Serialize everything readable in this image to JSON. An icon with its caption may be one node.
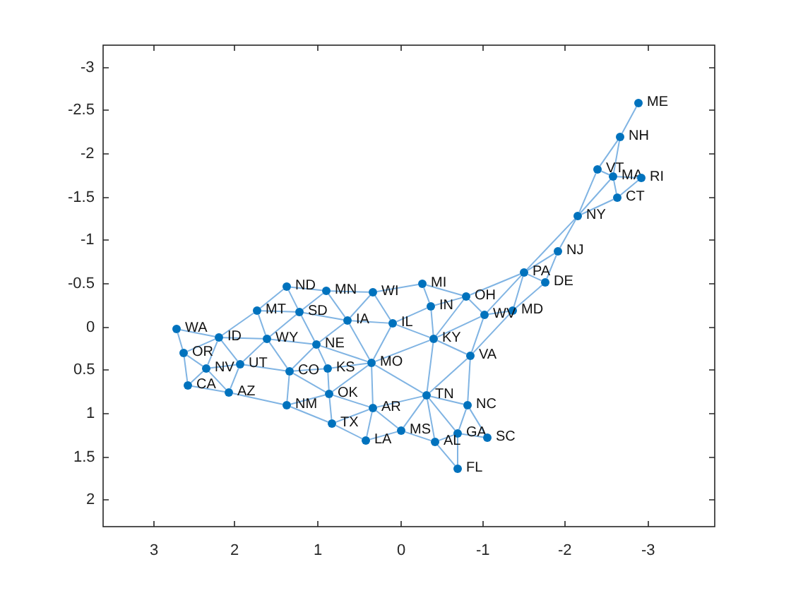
{
  "diagram": {
    "nodes": [
      {
        "text": [],
        "shape": "circle",
        "beside": [
          "ME"
        ]
      },
      {
        "text": [],
        "shape": "circle",
        "beside": [
          "NH"
        ]
      },
      {
        "text": [],
        "shape": "circle",
        "beside": [
          "VT"
        ]
      },
      {
        "text": [],
        "shape": "circle",
        "beside": [
          "MA"
        ]
      },
      {
        "text": [],
        "shape": "circle",
        "beside": [
          "RI"
        ]
      },
      {
        "text": [],
        "shape": "circle",
        "beside": [
          "CT"
        ]
      },
      {
        "text": [],
        "shape": "circle",
        "beside": [
          "NY"
        ]
      },
      {
        "text": [],
        "shape": "circle",
        "beside": [
          "NJ"
        ]
      },
      {
        "text": [],
        "shape": "circle",
        "beside": [
          "PA"
        ]
      },
      {
        "text": [],
        "shape": "circle",
        "beside": [
          "DE"
        ]
      },
      {
        "text": [],
        "shape": "circle",
        "beside": [
          "MI"
        ]
      },
      {
        "text": [],
        "shape": "circle",
        "beside": [
          "ND"
        ]
      },
      {
        "text": [],
        "shape": "circle",
        "beside": [
          "WI"
        ]
      },
      {
        "text": [],
        "shape": "circle",
        "beside": [
          "MN"
        ]
      },
      {
        "text": [],
        "shape": "circle",
        "beside": [
          "OH"
        ]
      },
      {
        "text": [],
        "shape": "circle",
        "beside": [
          "MT"
        ]
      },
      {
        "text": [],
        "shape": "circle",
        "beside": [
          "SD"
        ]
      },
      {
        "text": [],
        "shape": "circle",
        "beside": [
          "IN"
        ]
      },
      {
        "text": [],
        "shape": "circle",
        "beside": [
          "MD"
        ]
      },
      {
        "text": [],
        "shape": "circle",
        "beside": [
          "WV"
        ]
      },
      {
        "text": [],
        "shape": "circle",
        "beside": [
          "IA"
        ]
      },
      {
        "text": [],
        "shape": "circle",
        "beside": [
          "IL"
        ]
      },
      {
        "text": [],
        "shape": "circle",
        "beside": [
          "WA"
        ]
      },
      {
        "text": [],
        "shape": "circle",
        "beside": [
          "ID"
        ]
      },
      {
        "text": [],
        "shape": "circle",
        "beside": [
          "WY"
        ]
      },
      {
        "text": [],
        "shape": "circle",
        "beside": [
          "KY"
        ]
      },
      {
        "text": [],
        "shape": "circle",
        "beside": [
          "NE"
        ]
      },
      {
        "text": [],
        "shape": "circle",
        "beside": [
          "OR"
        ]
      },
      {
        "text": [],
        "shape": "circle",
        "beside": [
          "VA"
        ]
      },
      {
        "text": [],
        "shape": "circle",
        "beside": [
          "UT"
        ]
      },
      {
        "text": [],
        "shape": "circle",
        "beside": [
          "MO"
        ]
      },
      {
        "text": [],
        "shape": "circle",
        "beside": [
          "KS"
        ]
      },
      {
        "text": [],
        "shape": "circle",
        "beside": [
          "NV"
        ]
      },
      {
        "text": [],
        "shape": "circle",
        "beside": [
          "CO"
        ]
      },
      {
        "text": [],
        "shape": "circle",
        "beside": [
          "CA"
        ]
      },
      {
        "text": [],
        "shape": "circle",
        "beside": [
          "AZ"
        ]
      },
      {
        "text": [],
        "shape": "circle",
        "beside": [
          "OK"
        ]
      },
      {
        "text": [],
        "shape": "circle",
        "beside": [
          "TN"
        ]
      },
      {
        "text": [],
        "shape": "circle",
        "beside": [
          "NC"
        ]
      },
      {
        "text": [],
        "shape": "circle",
        "beside": [
          "NM"
        ]
      },
      {
        "text": [],
        "shape": "circle",
        "beside": [
          "AR"
        ]
      },
      {
        "text": [],
        "shape": "circle",
        "beside": [
          "TX"
        ]
      },
      {
        "text": [],
        "shape": "circle",
        "beside": [
          "MS"
        ]
      },
      {
        "text": [],
        "shape": "circle",
        "beside": [
          "GA"
        ]
      },
      {
        "text": [],
        "shape": "circle",
        "beside": [
          "SC"
        ]
      },
      {
        "text": [],
        "shape": "circle",
        "beside": [
          "LA"
        ]
      },
      {
        "text": [],
        "shape": "circle",
        "beside": [
          "AL"
        ]
      },
      {
        "text": [],
        "shape": "circle",
        "beside": [
          "FL"
        ]
      }
    ],
    "edges": [
      {
        "from": 22,
        "to": 27,
        "arrow": "none"
      },
      {
        "from": 22,
        "to": 23,
        "arrow": "none"
      },
      {
        "from": 27,
        "to": 23,
        "arrow": "none"
      },
      {
        "from": 27,
        "to": 32,
        "arrow": "none"
      },
      {
        "from": 27,
        "to": 34,
        "arrow": "none"
      },
      {
        "from": 34,
        "to": 32,
        "arrow": "none"
      },
      {
        "from": 34,
        "to": 35,
        "arrow": "none"
      },
      {
        "from": 32,
        "to": 23,
        "arrow": "none"
      },
      {
        "from": 32,
        "to": 29,
        "arrow": "none"
      },
      {
        "from": 32,
        "to": 35,
        "arrow": "none"
      },
      {
        "from": 23,
        "to": 15,
        "arrow": "none"
      },
      {
        "from": 23,
        "to": 24,
        "arrow": "none"
      },
      {
        "from": 23,
        "to": 29,
        "arrow": "none"
      },
      {
        "from": 15,
        "to": 11,
        "arrow": "none"
      },
      {
        "from": 15,
        "to": 16,
        "arrow": "none"
      },
      {
        "from": 15,
        "to": 24,
        "arrow": "none"
      },
      {
        "from": 24,
        "to": 16,
        "arrow": "none"
      },
      {
        "from": 24,
        "to": 26,
        "arrow": "none"
      },
      {
        "from": 24,
        "to": 33,
        "arrow": "none"
      },
      {
        "from": 24,
        "to": 29,
        "arrow": "none"
      },
      {
        "from": 29,
        "to": 33,
        "arrow": "none"
      },
      {
        "from": 29,
        "to": 35,
        "arrow": "none"
      },
      {
        "from": 35,
        "to": 39,
        "arrow": "none"
      },
      {
        "from": 33,
        "to": 26,
        "arrow": "none"
      },
      {
        "from": 33,
        "to": 31,
        "arrow": "none"
      },
      {
        "from": 33,
        "to": 36,
        "arrow": "none"
      },
      {
        "from": 33,
        "to": 39,
        "arrow": "none"
      },
      {
        "from": 39,
        "to": 36,
        "arrow": "none"
      },
      {
        "from": 39,
        "to": 41,
        "arrow": "none"
      },
      {
        "from": 11,
        "to": 13,
        "arrow": "none"
      },
      {
        "from": 11,
        "to": 16,
        "arrow": "none"
      },
      {
        "from": 16,
        "to": 13,
        "arrow": "none"
      },
      {
        "from": 16,
        "to": 20,
        "arrow": "none"
      },
      {
        "from": 16,
        "to": 26,
        "arrow": "none"
      },
      {
        "from": 26,
        "to": 20,
        "arrow": "none"
      },
      {
        "from": 26,
        "to": 30,
        "arrow": "none"
      },
      {
        "from": 26,
        "to": 31,
        "arrow": "none"
      },
      {
        "from": 31,
        "to": 30,
        "arrow": "none"
      },
      {
        "from": 31,
        "to": 36,
        "arrow": "none"
      },
      {
        "from": 36,
        "to": 30,
        "arrow": "none"
      },
      {
        "from": 36,
        "to": 40,
        "arrow": "none"
      },
      {
        "from": 36,
        "to": 41,
        "arrow": "none"
      },
      {
        "from": 41,
        "to": 40,
        "arrow": "none"
      },
      {
        "from": 41,
        "to": 45,
        "arrow": "none"
      },
      {
        "from": 13,
        "to": 12,
        "arrow": "none"
      },
      {
        "from": 13,
        "to": 20,
        "arrow": "none"
      },
      {
        "from": 20,
        "to": 12,
        "arrow": "none"
      },
      {
        "from": 20,
        "to": 21,
        "arrow": "none"
      },
      {
        "from": 20,
        "to": 30,
        "arrow": "none"
      },
      {
        "from": 30,
        "to": 21,
        "arrow": "none"
      },
      {
        "from": 30,
        "to": 25,
        "arrow": "none"
      },
      {
        "from": 30,
        "to": 37,
        "arrow": "none"
      },
      {
        "from": 30,
        "to": 40,
        "arrow": "none"
      },
      {
        "from": 40,
        "to": 37,
        "arrow": "none"
      },
      {
        "from": 40,
        "to": 42,
        "arrow": "none"
      },
      {
        "from": 40,
        "to": 45,
        "arrow": "none"
      },
      {
        "from": 45,
        "to": 42,
        "arrow": "none"
      },
      {
        "from": 12,
        "to": 21,
        "arrow": "none"
      },
      {
        "from": 12,
        "to": 10,
        "arrow": "none"
      },
      {
        "from": 21,
        "to": 17,
        "arrow": "none"
      },
      {
        "from": 21,
        "to": 25,
        "arrow": "none"
      },
      {
        "from": 10,
        "to": 17,
        "arrow": "none"
      },
      {
        "from": 10,
        "to": 14,
        "arrow": "none"
      },
      {
        "from": 17,
        "to": 14,
        "arrow": "none"
      },
      {
        "from": 17,
        "to": 25,
        "arrow": "none"
      },
      {
        "from": 14,
        "to": 8,
        "arrow": "none"
      },
      {
        "from": 14,
        "to": 19,
        "arrow": "none"
      },
      {
        "from": 14,
        "to": 25,
        "arrow": "none"
      },
      {
        "from": 25,
        "to": 19,
        "arrow": "none"
      },
      {
        "from": 25,
        "to": 28,
        "arrow": "none"
      },
      {
        "from": 25,
        "to": 37,
        "arrow": "none"
      },
      {
        "from": 37,
        "to": 28,
        "arrow": "none"
      },
      {
        "from": 37,
        "to": 38,
        "arrow": "none"
      },
      {
        "from": 37,
        "to": 43,
        "arrow": "none"
      },
      {
        "from": 37,
        "to": 46,
        "arrow": "none"
      },
      {
        "from": 37,
        "to": 42,
        "arrow": "none"
      },
      {
        "from": 42,
        "to": 46,
        "arrow": "none"
      },
      {
        "from": 46,
        "to": 43,
        "arrow": "none"
      },
      {
        "from": 46,
        "to": 47,
        "arrow": "none"
      },
      {
        "from": 43,
        "to": 47,
        "arrow": "none"
      },
      {
        "from": 43,
        "to": 44,
        "arrow": "none"
      },
      {
        "from": 43,
        "to": 38,
        "arrow": "none"
      },
      {
        "from": 44,
        "to": 38,
        "arrow": "none"
      },
      {
        "from": 38,
        "to": 28,
        "arrow": "none"
      },
      {
        "from": 28,
        "to": 19,
        "arrow": "none"
      },
      {
        "from": 28,
        "to": 18,
        "arrow": "none"
      },
      {
        "from": 19,
        "to": 8,
        "arrow": "none"
      },
      {
        "from": 19,
        "to": 18,
        "arrow": "none"
      },
      {
        "from": 18,
        "to": 8,
        "arrow": "none"
      },
      {
        "from": 18,
        "to": 9,
        "arrow": "none"
      },
      {
        "from": 9,
        "to": 8,
        "arrow": "none"
      },
      {
        "from": 9,
        "to": 7,
        "arrow": "none"
      },
      {
        "from": 8,
        "to": 7,
        "arrow": "none"
      },
      {
        "from": 8,
        "to": 6,
        "arrow": "none"
      },
      {
        "from": 7,
        "to": 6,
        "arrow": "none"
      },
      {
        "from": 6,
        "to": 2,
        "arrow": "none"
      },
      {
        "from": 6,
        "to": 3,
        "arrow": "none"
      },
      {
        "from": 6,
        "to": 5,
        "arrow": "none"
      },
      {
        "from": 5,
        "to": 3,
        "arrow": "none"
      },
      {
        "from": 5,
        "to": 4,
        "arrow": "none"
      },
      {
        "from": 3,
        "to": 4,
        "arrow": "none"
      },
      {
        "from": 3,
        "to": 2,
        "arrow": "none"
      },
      {
        "from": 3,
        "to": 1,
        "arrow": "none"
      },
      {
        "from": 2,
        "to": 1,
        "arrow": "none"
      },
      {
        "from": 1,
        "to": 0,
        "arrow": "none"
      }
    ],
    "labels": [
      "-3",
      "-2.5",
      "-2",
      "-1.5",
      "-1",
      "-0.5",
      "0",
      "0.5",
      "1",
      "1.5",
      "2",
      "3",
      "2",
      "1",
      "0",
      "-1",
      "-2",
      "-3"
    ]
  }
}
